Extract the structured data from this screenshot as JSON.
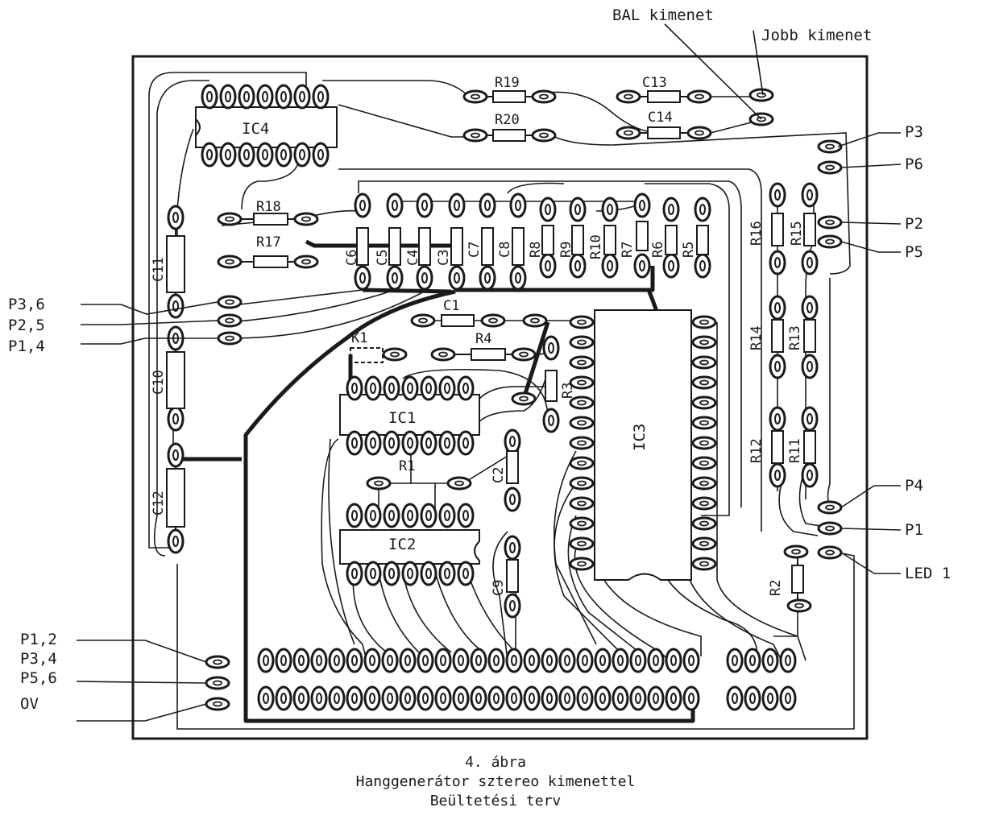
{
  "caption": {
    "line1": "4. ábra",
    "line2": "Hanggenerátor sztereo kimenettel",
    "line3": "Beültetési terv"
  },
  "external_labels": {
    "bal_kimenet": "BAL kimenet",
    "jobb_kimenet": "Jobb kimenet",
    "p3": "P3",
    "p6": "P6",
    "p2": "P2",
    "p5": "P5",
    "p4": "P4",
    "p1": "P1",
    "led1": "LED 1",
    "p36": "P3,6",
    "p25": "P2,5",
    "p14": "P1,4",
    "p12": "P1,2",
    "p34": "P3,4",
    "p56": "P5,6",
    "ov": "OV"
  },
  "components": {
    "ic1": "IC1",
    "ic2": "IC2",
    "ic3": "IC3",
    "ic4": "IC4",
    "r1": "R1",
    "r2": "R2",
    "r3": "R3",
    "r4": "R4",
    "r5": "R5",
    "r6": "R6",
    "r7": "R7",
    "r8": "R8",
    "r9": "R9",
    "r10": "R10",
    "r11": "R11",
    "r12": "R12",
    "r13": "R13",
    "r14": "R14",
    "r15": "R15",
    "r16": "R16",
    "r17": "R17",
    "r18": "R18",
    "r19": "R19",
    "r20": "R20",
    "c1": "C1",
    "c2": "C2",
    "c3": "C3",
    "c4": "C4",
    "c5": "C5",
    "c6": "C6",
    "c7": "C7",
    "c8": "C8",
    "c9": "C9",
    "c10": "C10",
    "c11": "C11",
    "c12": "C12",
    "c13": "C13",
    "c14": "C14",
    "k1": "K1"
  }
}
